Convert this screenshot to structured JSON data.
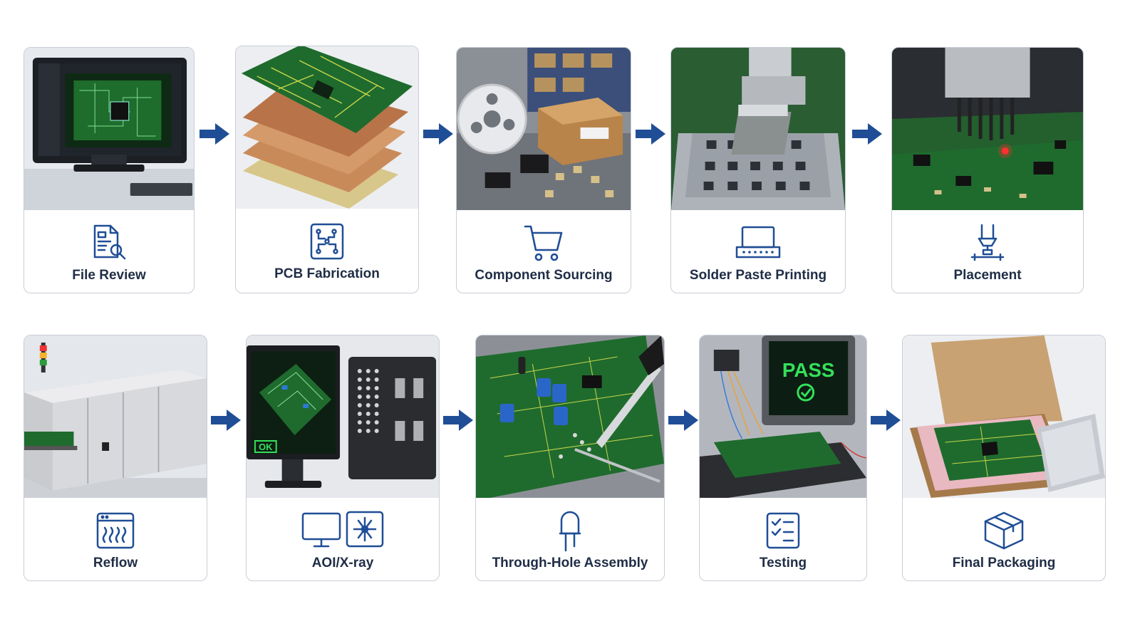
{
  "colors": {
    "accent": "#1f4e96",
    "label": "#1f2d45",
    "border": "#c9ced6",
    "pcb_green": "#1f6b2e",
    "pass_green": "#35e05a"
  },
  "steps": [
    {
      "label": "File Review",
      "icon": "document-search-icon"
    },
    {
      "label": "PCB Fabrication",
      "icon": "circuit-board-icon"
    },
    {
      "label": "Component Sourcing",
      "icon": "shopping-cart-icon"
    },
    {
      "label": "Solder Paste Printing",
      "icon": "stencil-printer-icon"
    },
    {
      "label": "Placement",
      "icon": "pick-and-place-icon"
    },
    {
      "label": "Reflow",
      "icon": "oven-icon"
    },
    {
      "label": "AOI/X-ray",
      "icon": "monitor-xray-icon"
    },
    {
      "label": "Through-Hole Assembly",
      "icon": "through-hole-component-icon"
    },
    {
      "label": "Testing",
      "icon": "checklist-icon"
    },
    {
      "label": "Final Packaging",
      "icon": "package-box-icon"
    }
  ],
  "screens": {
    "aoi_ok": "OK",
    "test_pass": "PASS"
  }
}
